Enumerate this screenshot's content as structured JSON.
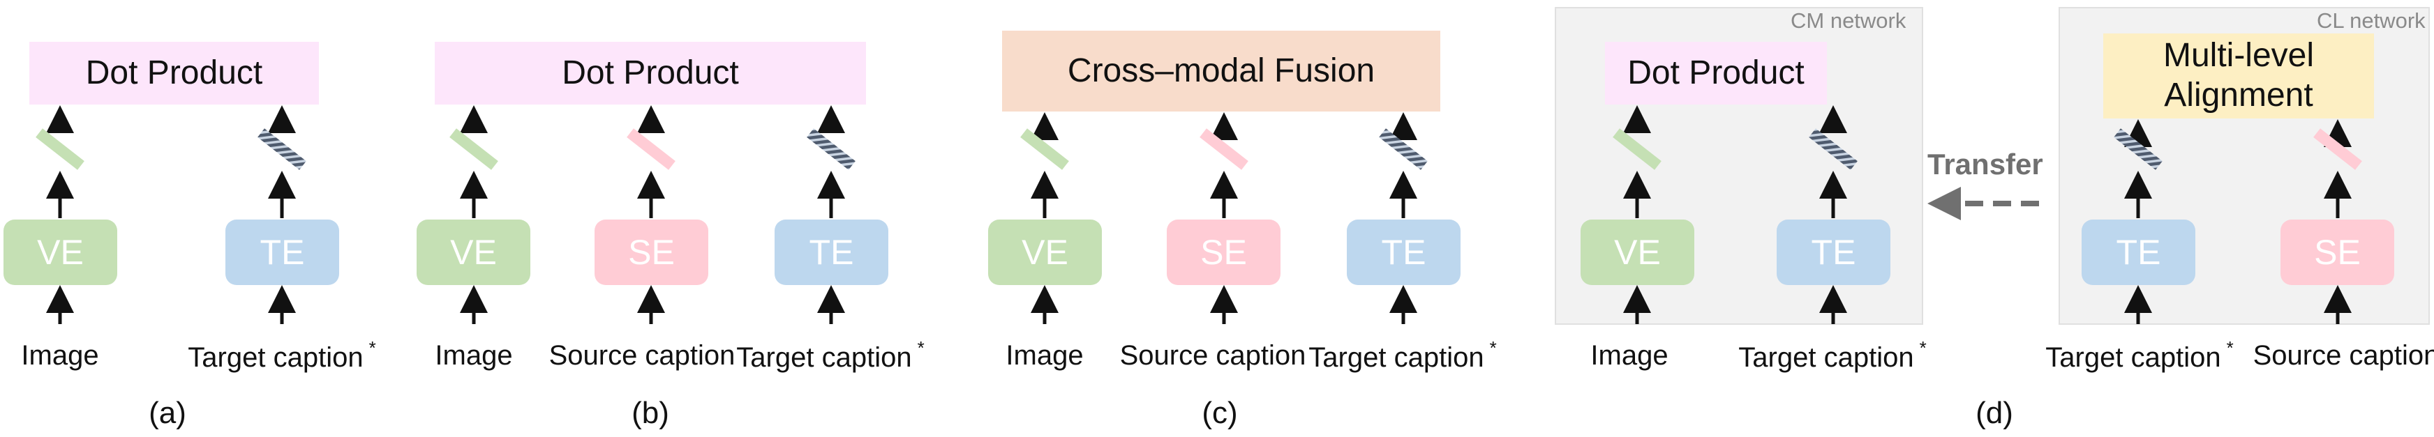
{
  "panels": {
    "a": {
      "caption": "(a)",
      "head": "Dot Product",
      "encoders": [
        "VE",
        "TE"
      ],
      "inputs": [
        "Image",
        "Target caption"
      ]
    },
    "b": {
      "caption": "(b)",
      "head": "Dot Product",
      "encoders": [
        "VE",
        "SE",
        "TE"
      ],
      "inputs": [
        "Image",
        "Source caption",
        "Target caption"
      ]
    },
    "c": {
      "caption": "(c)",
      "head": "Cross–modal Fusion",
      "encoders": [
        "VE",
        "SE",
        "TE"
      ],
      "inputs": [
        "Image",
        "Source caption",
        "Target caption"
      ]
    },
    "d": {
      "caption": "(d)",
      "cm": {
        "tag": "CM network",
        "head": "Dot Product",
        "encoders": [
          "VE",
          "TE"
        ],
        "inputs": [
          "Image",
          "Target caption"
        ]
      },
      "cl": {
        "tag": "CL network",
        "head": "Multi-level Alignment",
        "encoders": [
          "TE",
          "SE"
        ],
        "inputs": [
          "Target caption",
          "Source caption"
        ]
      },
      "transfer_label": "Transfer"
    }
  },
  "target_marker": "*",
  "colors": {
    "visual_encoder": "#c5e0b4",
    "text_encoder": "#bdd7ee",
    "source_encoder": "#ffccd5",
    "dot_product": "#fde6fb",
    "fusion": "#f8dccb",
    "alignment": "#fdefc3",
    "panel_background": "#f2f2f2"
  }
}
